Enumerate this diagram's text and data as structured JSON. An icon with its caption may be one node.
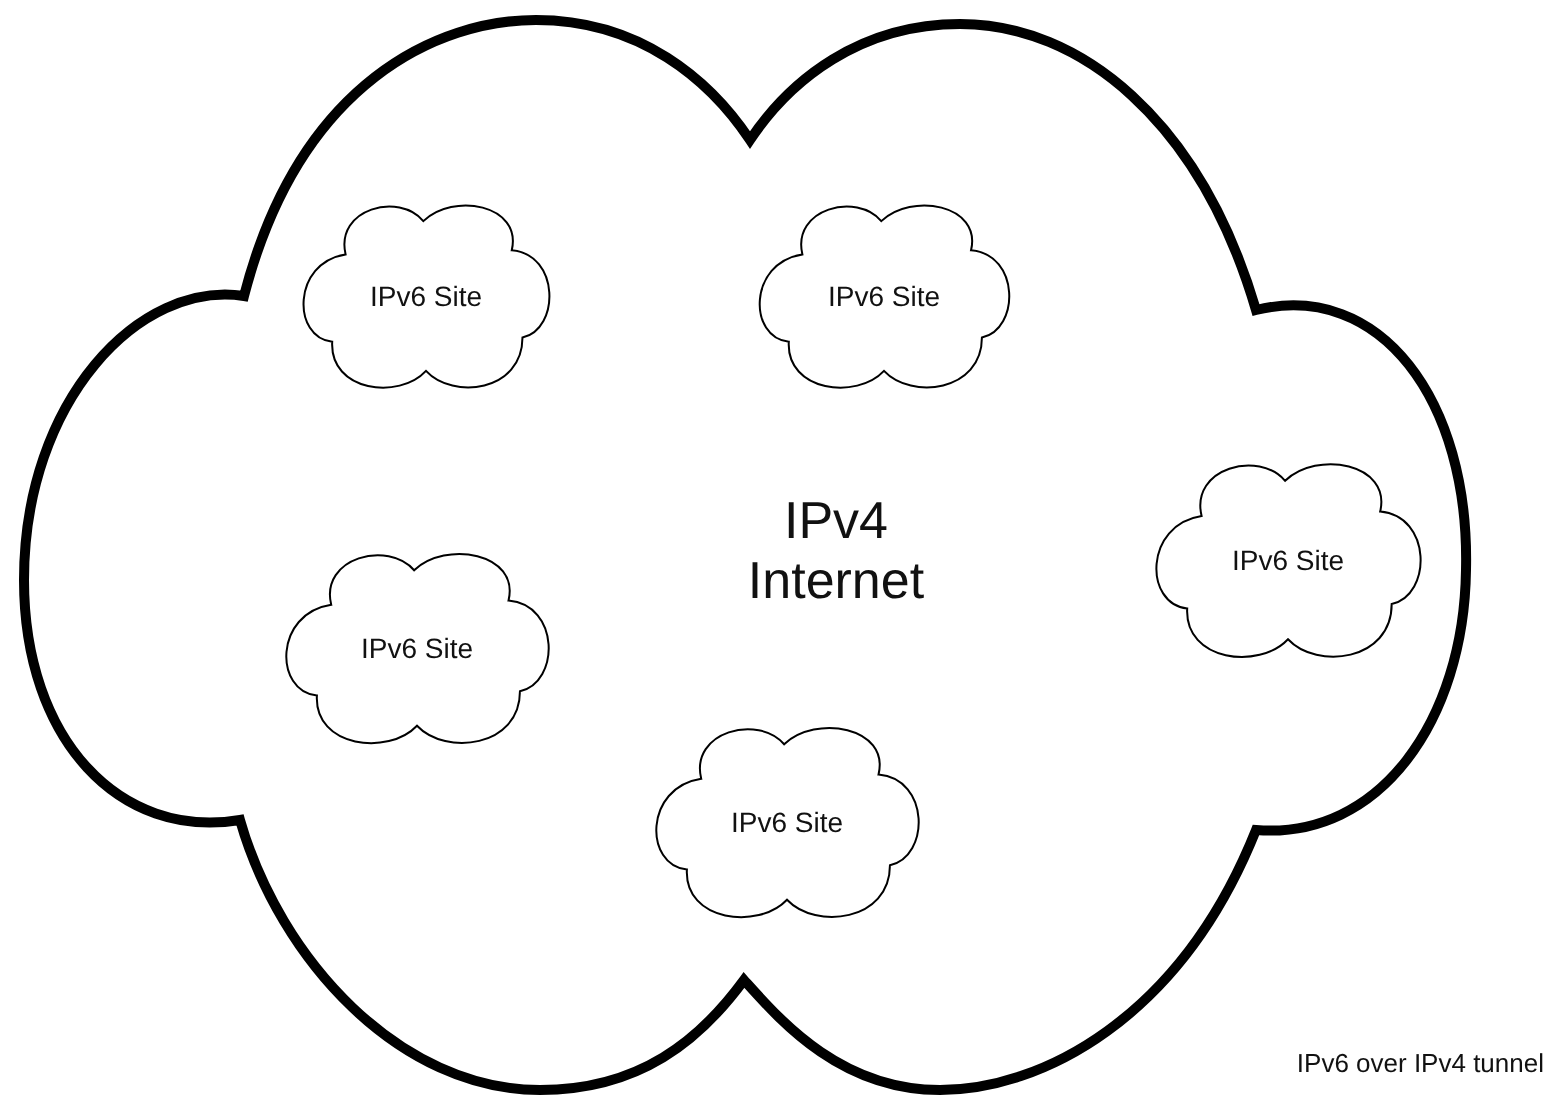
{
  "diagram": {
    "nodes": [
      {
        "text": [
          "IPv4 Internet"
        ]
      },
      {
        "text": [
          "IPv6 Site"
        ],
        "in": 0
      },
      {
        "text": [
          "IPv6 Site"
        ],
        "in": 0
      },
      {
        "text": [
          "IPv6 Site"
        ],
        "in": 0
      },
      {
        "text": [
          "IPv6 Site"
        ],
        "in": 0
      },
      {
        "text": [
          "IPv6 Site"
        ],
        "in": 0
      }
    ],
    "labels": [
      "IPv6 over IPv4 tunnel"
    ]
  }
}
